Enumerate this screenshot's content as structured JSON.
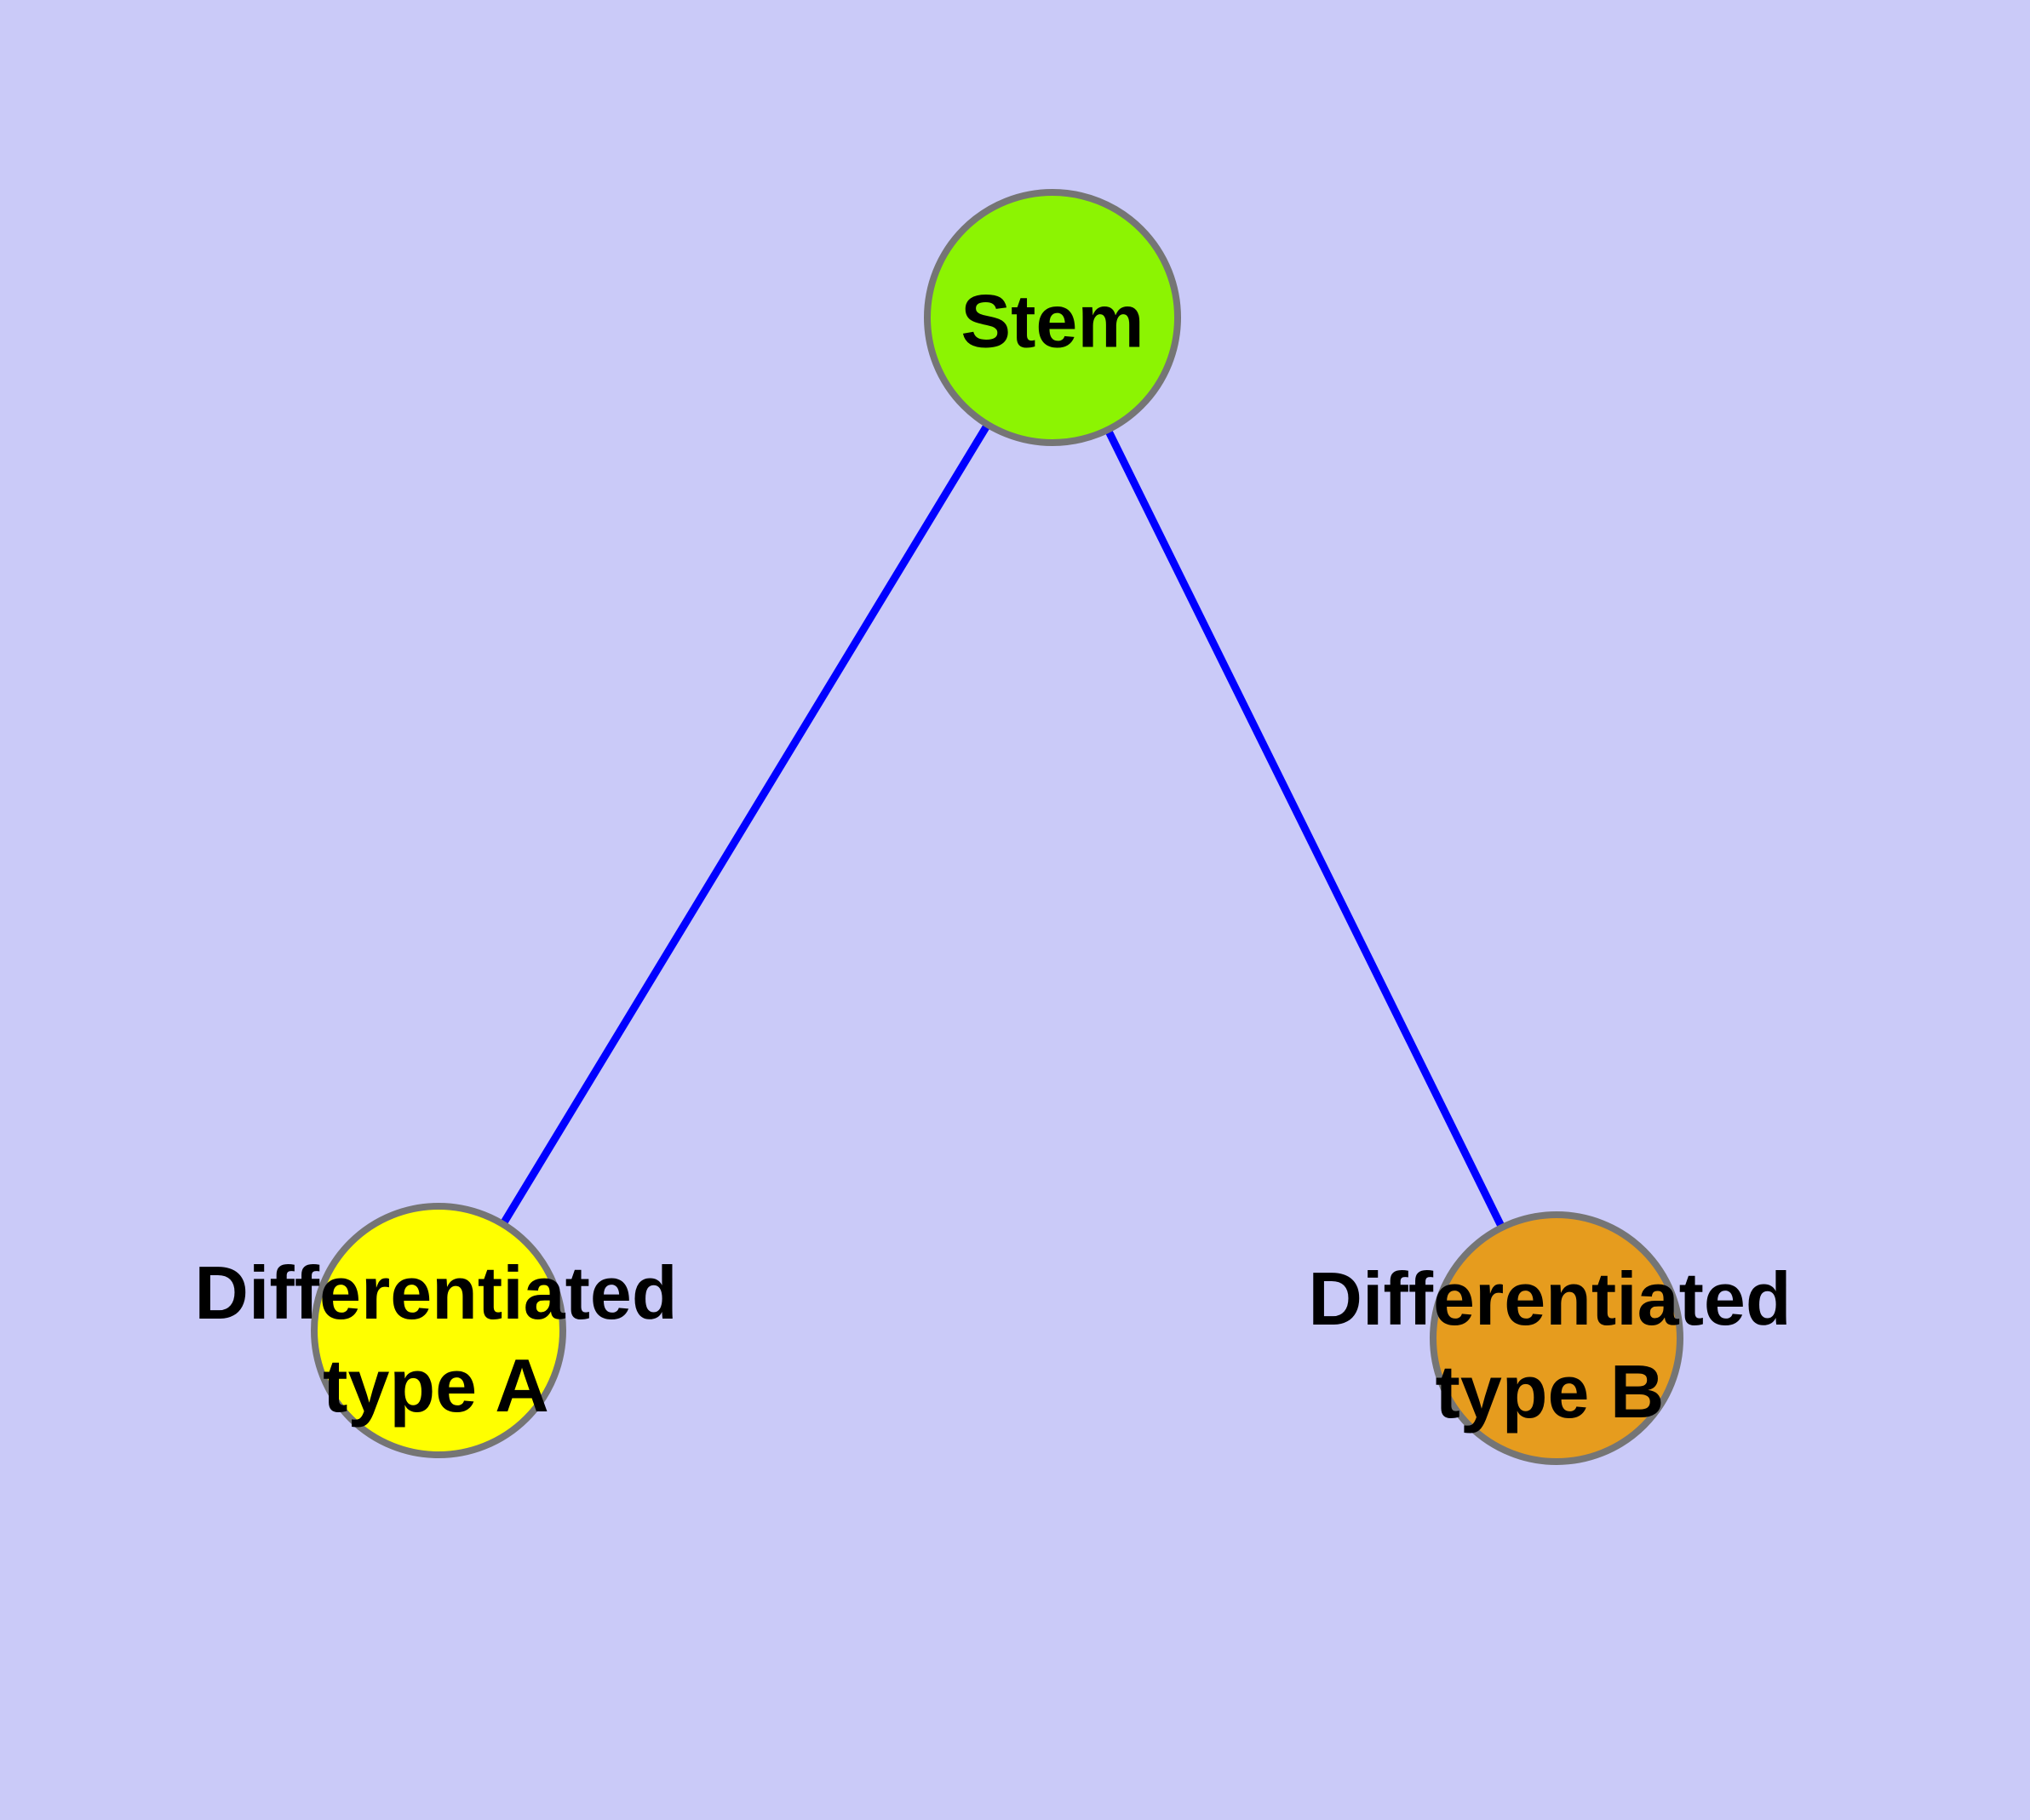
{
  "diagram": {
    "background_color": "#CACAF8",
    "edge_color": "#0000FF",
    "node_border_color": "#757575",
    "text_color": "#000000",
    "nodes": [
      {
        "id": "stem",
        "label": "Stem",
        "color": "#8CF402"
      },
      {
        "id": "differentiated-type-a",
        "label_line1": "Differentiated",
        "label_line2": "type A",
        "color": "#FFFF00"
      },
      {
        "id": "differentiated-type-b",
        "label_line1": "Differentiated",
        "label_line2": "type B",
        "color": "#E69C1E"
      }
    ],
    "edges": [
      {
        "from": "Stem",
        "to": "Differentiated type A"
      },
      {
        "from": "Stem",
        "to": "Differentiated type B"
      }
    ]
  }
}
